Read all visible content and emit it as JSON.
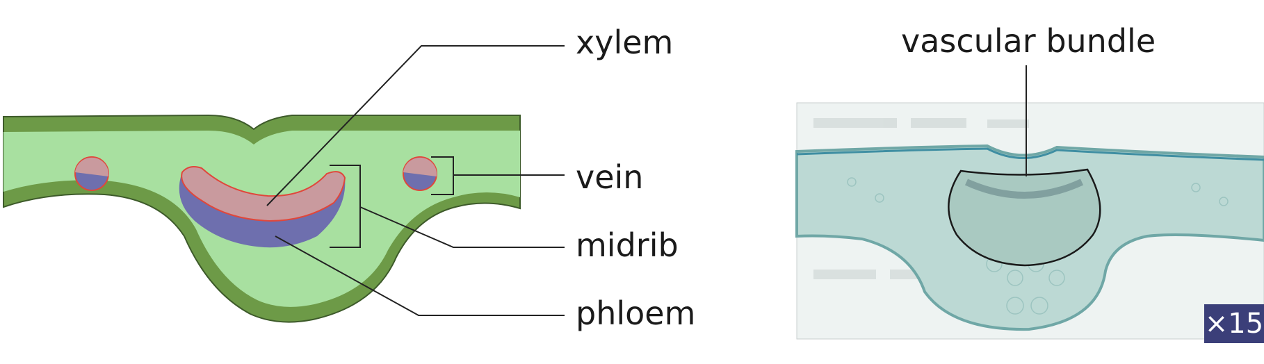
{
  "diagram": {
    "labels": {
      "xylem": "xylem",
      "vein": "vein",
      "midrib": "midrib",
      "phloem": "phloem",
      "vascular_bundle": "vascular bundle"
    },
    "magnification": "×15"
  },
  "colors": {
    "mesophyll": "#a8e0a0",
    "epidermis": "#6d9a47",
    "epidermis_edge": "#3d5a2a",
    "xylem": "#c99a9e",
    "xylem_edge": "#e0473b",
    "phloem": "#6e6fae",
    "micrograph_bg": "#eef3f2",
    "micrograph_tissue": "#bcd9d4",
    "magnification_badge": "#3b3f79"
  }
}
